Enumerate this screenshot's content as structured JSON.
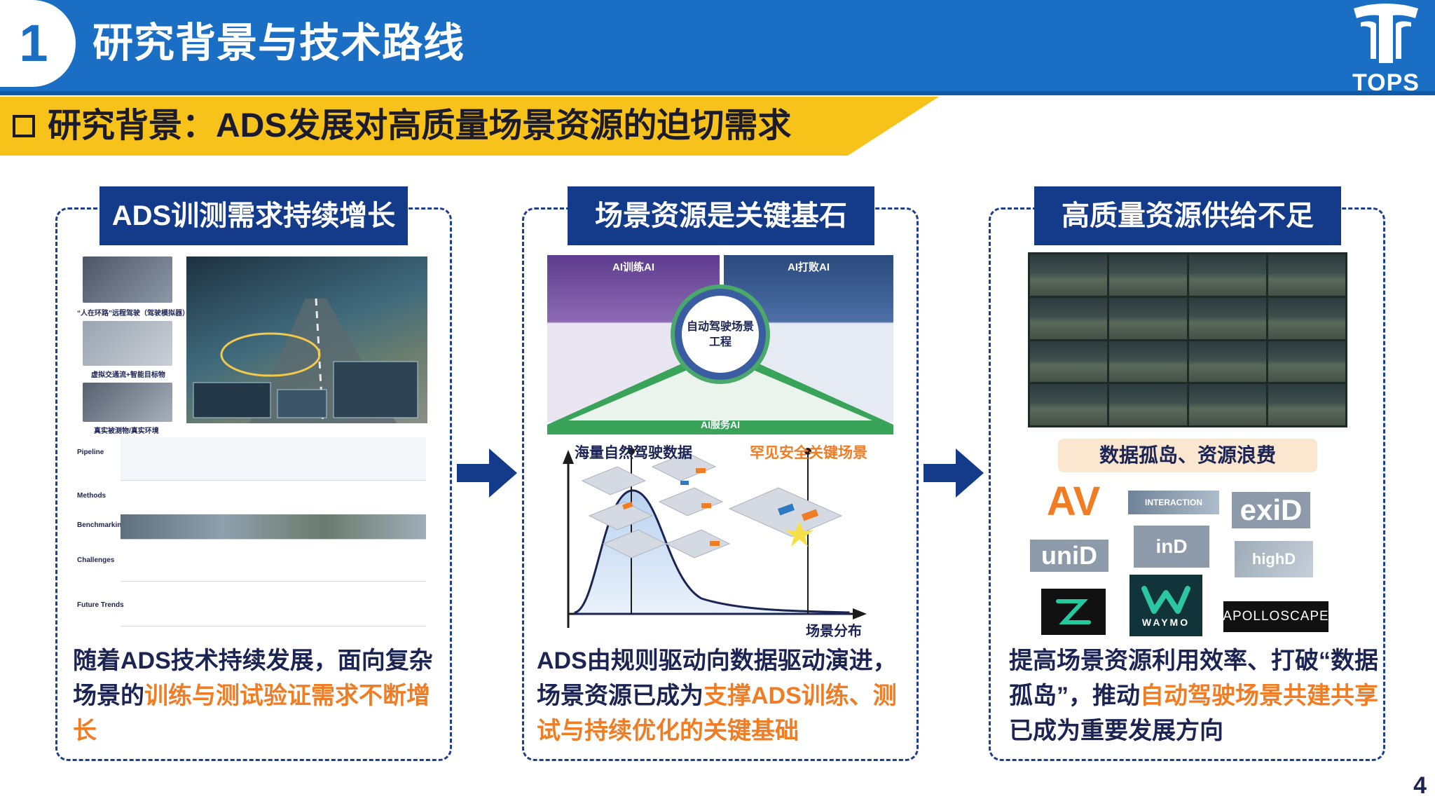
{
  "header": {
    "section_number": "1",
    "title": "研究背景与技术路线",
    "logo_text": "TOPS"
  },
  "subtitle": "研究背景：ADS发展对高质量场景资源的迫切需求",
  "panels": [
    {
      "heading": "ADS训测需求持续增长",
      "text_plain": "随着ADS技术持续发展，面向复杂场景的",
      "text_highlight": "训练与测试验证需求不断增长",
      "text_tail": "",
      "image_captions": [
        "“人在环路”远程驾驶（驾驶模拟器）",
        "虚拟交通流+智能目标物",
        "真实被测物/真实环境"
      ],
      "row_labels": [
        "Pipeline",
        "Methods",
        "Benchmarking",
        "Challenges",
        "Future Trends"
      ]
    },
    {
      "heading": "场景资源是关键基石",
      "text_plain": "ADS由规则驱动向数据驱动演进，场景资源已成为",
      "text_highlight": "支撑ADS训练、测试与持续优化的关键基础",
      "text_tail": "",
      "diagram": {
        "left_label": "AI训练AI",
        "right_label": "AI打败AI",
        "bottom_label": "AI服务AI",
        "center_label": "自动驾驶场景工程"
      },
      "chart_labels": {
        "left": "海量自然驾驶数据",
        "right": "罕见安全关键场景",
        "x_axis": "场景分布"
      }
    },
    {
      "heading": "高质量资源供给不足",
      "tag": "数据孤岛、资源浪费",
      "text_plain": "提高场景资源利用效率、打破“数据孤岛”，推动",
      "text_highlight": "自动驾驶场景共建共享",
      "text_tail": "已成为重要发展方向",
      "dataset_logos": [
        "AV",
        "INTERACTION",
        "exiD",
        "uniD",
        "inD",
        "highD",
        "WAYMO",
        "APOLLOSCAPE"
      ]
    }
  ],
  "page_number": "4",
  "colors": {
    "header_blue": "#1a6fc4",
    "navy": "#143a8a",
    "accent_yellow": "#f7c21a",
    "highlight_orange": "#f07c24"
  }
}
